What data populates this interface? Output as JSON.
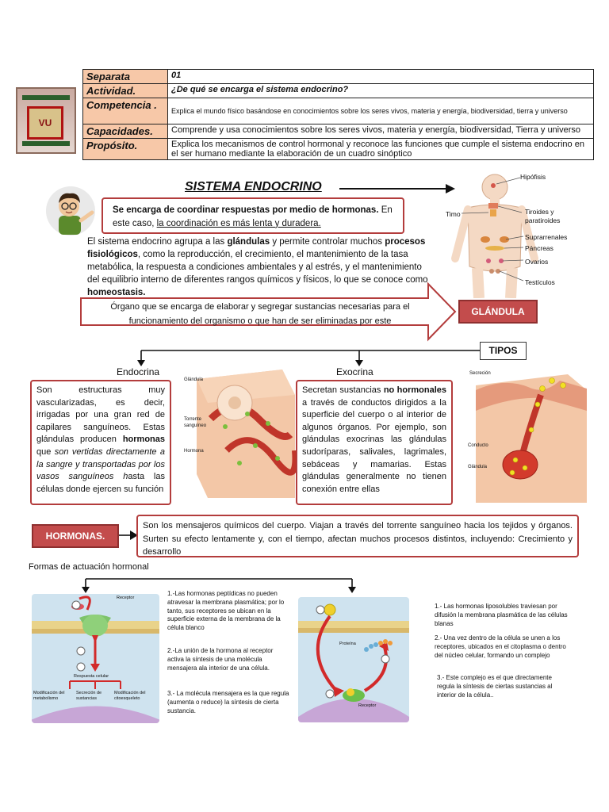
{
  "header": {
    "rows": [
      {
        "key": "Separata",
        "value": "01"
      },
      {
        "key": "Actividad.",
        "value": "¿De qué se encarga el sistema endocrino?"
      },
      {
        "key": "Competencia .",
        "value": "Explica el mundo físico basándose en conocimientos sobre los seres vivos, materia y energía, biodiversidad, tierra y universo"
      },
      {
        "key": "Capacidades.",
        "value": "Comprende y usa conocimientos sobre los seres vivos, materia y energía, biodiversidad, Tierra y universo"
      },
      {
        "key": "Propósito.",
        "value": "Explica los mecanismos de control hormonal y reconoce las funciones que cumple el sistema endocrino en el ser humano mediante la elaboración  de un cuadro sinóptico"
      }
    ]
  },
  "logo": {
    "text": "VU"
  },
  "title": "SISTEMA ENDOCRINO",
  "intro": {
    "bold": "Se encarga de coordinar respuestas por medio de hormonas.",
    "rest": " En este caso, ",
    "underlined": "la coordinación es más lenta y duradera."
  },
  "paragraph": {
    "p1": "El sistema endocrino agrupa a las ",
    "b1": "glándulas",
    "p2": " y permite controlar muchos ",
    "b2": "procesos fisiológicos",
    "p3": ", como la reproducción, el crecimiento, el mantenimiento de la tasa metabólica, la respuesta a condiciones ambientales y al estrés, y el mantenimiento del equilibrio interno de diferentes rangos químicos y físicos, lo que se conoce como ",
    "b3": "homeostasis."
  },
  "body_labels": {
    "hipofisis": "Hipófisis",
    "timo": "Timo",
    "tiroides": "Tiroides y paratiroides",
    "suprarrenales": "Suprarrenales",
    "pancreas": "Páncreas",
    "ovarios": "Ovarios",
    "testiculos": "Testículos"
  },
  "organ_definition": "Órgano que se encarga de elaborar y segregar sustancias necesarias para el funcionamiento del organismo o que han de ser eliminadas por este",
  "glandula_label": "GLÁNDULA",
  "tipos_label": "TIPOS",
  "endocrina": {
    "heading": "Endocrina",
    "t1": "Son estructuras muy vascularizadas, es decir, irrigadas por una gran red de capilares sanguíneos. Estas glándulas producen ",
    "b1": "hormonas",
    "t2": " que ",
    "i1": "son vertidas directamente a la sangre y transportadas por los vasos sanguíneos h",
    "t3": "asta las células donde ejercen su función",
    "img_labels": {
      "glandula": "Glándula",
      "torrente": "Torrente sanguíneo",
      "hormona": "Hormona"
    }
  },
  "exocrina": {
    "heading": "Exocrina",
    "t1": "Secretan sustancias ",
    "b1": "no hormonales",
    "t2": " a través de conductos dirigidos a la superficie del cuerpo o al interior de algunos órganos. Por ejemplo, son glándulas exocrinas las glándulas sudoríparas, salivales, lagrimales, sebáceas y mamarias. Estas glándulas generalmente no tienen conexión entre ellas",
    "img_labels": {
      "secrecion": "Secreción",
      "conducto": "Conducto",
      "glandula": "Glándula"
    }
  },
  "hormonas": {
    "label": "HORMONAS.",
    "text": "Son los mensajeros químicos del cuerpo. Viajan a través del torrente sanguíneo hacia los tejidos y órganos. Surten su efecto lentamente y, con el tiempo, afectan muchos procesos distintos, incluyendo: Crecimiento y desarrollo"
  },
  "formas_heading": "Formas  de actuación hormonal",
  "diagram1": {
    "labels": {
      "receptor": "Receptor",
      "respuesta": "Respuesta celular",
      "mod_metab": "Modificación del metabolismo",
      "secrecion": "Secreción de sustancias",
      "mod_cito": "Modificación del citoesqueleto"
    },
    "step1": "1.-Las hormonas peptídicas no pueden atravesar la membrana plasmática; por lo tanto, sus receptores se ubican en la superficie externa de la membrana de la célula blanco",
    "step2": "2.-La unión de la hormona al receptor activa la síntesis de una molécula mensajera ala interior de una célula.",
    "step3": "3.- La molécula mensajera es la que regula (aumenta o reduce) la síntesis de cierta sustancia."
  },
  "diagram2": {
    "labels": {
      "proteina": "Proteína",
      "receptor": "Receptor"
    },
    "step1": "1.- Las hormonas liposolubles  traviesan por difusión la membrana plasmática de las células blanas",
    "step2": "2.- Una vez dentro de la célula se unen a los receptores, ubicados en el citoplasma o dentro del núcleo celular, formando un complejo",
    "step3": "3.- Este complejo es el que directamente regula la síntesis de ciertas sustancias al interior de la célula.."
  },
  "colors": {
    "accent_red": "#c34c4c",
    "border_red": "#b33c3c",
    "header_key_bg": "#f7c8a8"
  }
}
